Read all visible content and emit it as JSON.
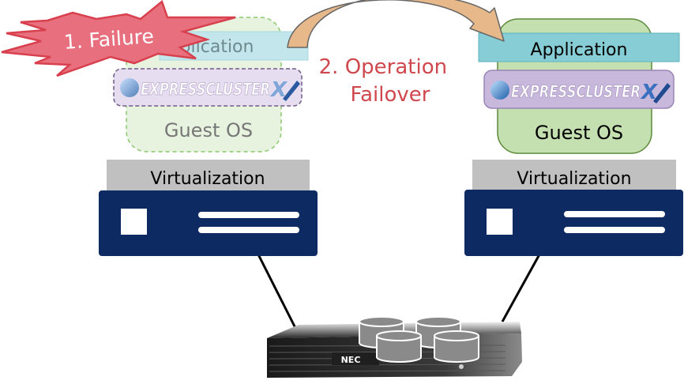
{
  "failure_label": "1. Failure",
  "operation_label_line1": "2. Operation",
  "operation_label_line2": "Failover",
  "left_node": {
    "application": "Application",
    "cluster": "EXPRESSCLUSTER",
    "cluster_x": "X",
    "guest_os": "Guest OS",
    "virtualization": "Virtualization",
    "state": "failed"
  },
  "right_node": {
    "application": "Application",
    "cluster": "EXPRESSCLUSTER",
    "cluster_x": "X",
    "guest_os": "Guest OS",
    "virtualization": "Virtualization",
    "state": "active"
  },
  "storage": {
    "brand": "NEC",
    "disk_count": 4
  },
  "colors": {
    "failure_fill": "#e8707e",
    "failure_stroke": "#d8404e",
    "operation_text": "#d0484e",
    "server_navy": "#0d2a63",
    "virt_gray": "#c0c0c0",
    "guest_green_fill": "#c4e0b0",
    "guest_green_stroke": "#5d8a3a",
    "app_teal": "#86cdd6",
    "cluster_purple": "#c8b8dc",
    "arrow_fill": "#e6b88a",
    "disk_gray": "#8a8a8a"
  }
}
